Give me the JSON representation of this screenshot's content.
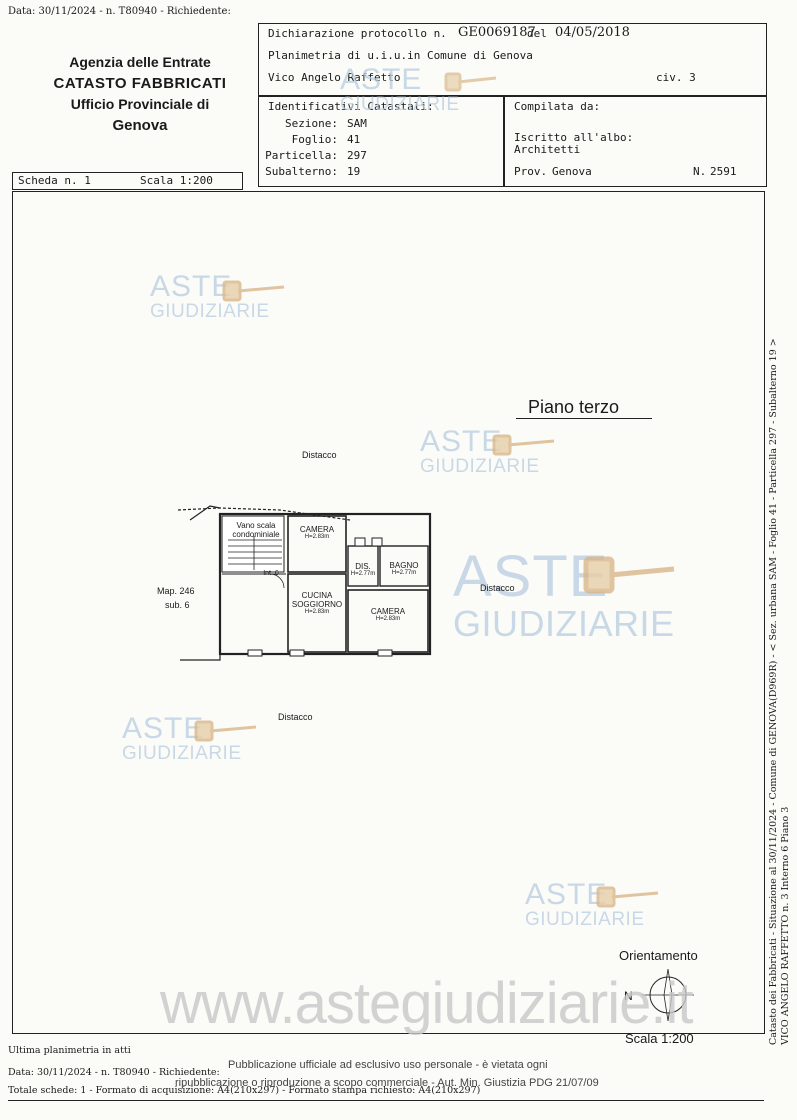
{
  "top_line": "Data: 30/11/2024 - n. T80940 - Richiedente: ",
  "agency": {
    "line1": "Agenzia delle Entrate",
    "line2": "CATASTO FABBRICATI",
    "line3": "Ufficio Provinciale di",
    "line4": "Genova"
  },
  "header": {
    "dichiarazione_label": "Dichiarazione protocollo n.",
    "protocollo": "GE0069187",
    "del_label": "del",
    "date": "04/05/2018",
    "planimetria": "Planimetria di u.i.u.in Comune di Genova",
    "address": "Vico Angelo Raffetto",
    "civ": "civ. 3",
    "identificativi_label": "Identificativi Catastali:",
    "sezione_label": "Sezione:",
    "sezione": "SAM",
    "foglio_label": "Foglio:",
    "foglio": "41",
    "particella_label": "Particella:",
    "particella": "297",
    "subalterno_label": "Subalterno:",
    "subalterno": "19",
    "compilata_label": "Compilata da:",
    "iscritto_label": "Iscritto all'albo:",
    "albo": "Architetti",
    "prov_label": "Prov.",
    "prov": "Genova",
    "n_label": "N.",
    "n_value": "2591"
  },
  "scheda": {
    "label": "Scheda n. 1",
    "scala": "Scala 1:200"
  },
  "plan": {
    "piano": "Piano terzo",
    "distacco_top": "Distacco",
    "distacco_right": "Distacco",
    "distacco_bottom": "Distacco",
    "map_label": "Map. 246",
    "sub_label": "sub. 6",
    "vano_scala_1": "Vano scala",
    "vano_scala_2": "condominiale",
    "camera1": "CAMERA",
    "camera1_h": "H=2.83m",
    "dis": "DIS.",
    "dis_h": "H=2.77m",
    "bagno": "BAGNO",
    "bagno_h": "H=2.77m",
    "cucina1": "CUCINA",
    "cucina2": "SOGGIORNO",
    "cucina_h": "H=2.83m",
    "camera2": "CAMERA",
    "camera2_h": "H=2.83m",
    "int": "Int. 6"
  },
  "orientation": {
    "label": "Orientamento",
    "n": "N",
    "scala": "Scala 1:200"
  },
  "watermark": {
    "aste": "ASTE",
    "giudiziarie": "GIUDIZIARIE",
    "site": "www.astegiudiziarie.it"
  },
  "footer": {
    "ultima": "Ultima planimetria in atti",
    "pubblicazione_1": "Pubblicazione ufficiale ad esclusivo uso personale - è vietata ogni",
    "pubblicazione_2": "ripubblicazione o riproduzione a scopo commerciale - Aut. Min. Giustizia PDG 21/07/09",
    "data_line": "Data: 30/11/2024 - n. T80940 - Richiedente:",
    "totale_line": "Totale schede: 1 - Formato di acquisizione: A4(210x297) - Formato stampa richiesto: A4(210x297)"
  },
  "side": {
    "line1": "Catasto dei Fabbricati - Situazione al 30/11/2024 - Comune di GENOVA(D969R) - < Sez. urbana SAM - Foglio 41 - Particella 297 - Subalterno 19 >",
    "line2": "VICO ANGELO RAFFETTO n. 3  Interno 6 Piano 3"
  }
}
